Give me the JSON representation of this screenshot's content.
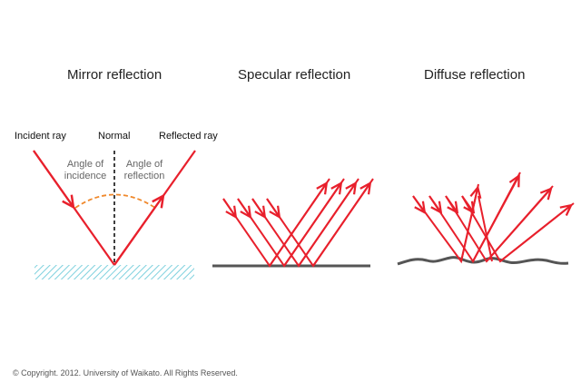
{
  "panels": {
    "mirror": {
      "title": "Mirror reflection",
      "incident_label": "Incident ray",
      "normal_label": "Normal",
      "reflected_label": "Reflected ray",
      "angle_incidence": [
        "Angle of",
        "incidence"
      ],
      "angle_reflection": [
        "Angle of",
        "reflection"
      ]
    },
    "specular": {
      "title": "Specular reflection"
    },
    "diffuse": {
      "title": "Diffuse reflection"
    }
  },
  "copyright": "© Copyright. 2012. University of Waikato. All Rights Reserved.",
  "colors": {
    "ray": "#e8202c",
    "normal": "#111111",
    "arc": "#f0892c",
    "water": "#7fd1de",
    "surface": "#555555"
  }
}
